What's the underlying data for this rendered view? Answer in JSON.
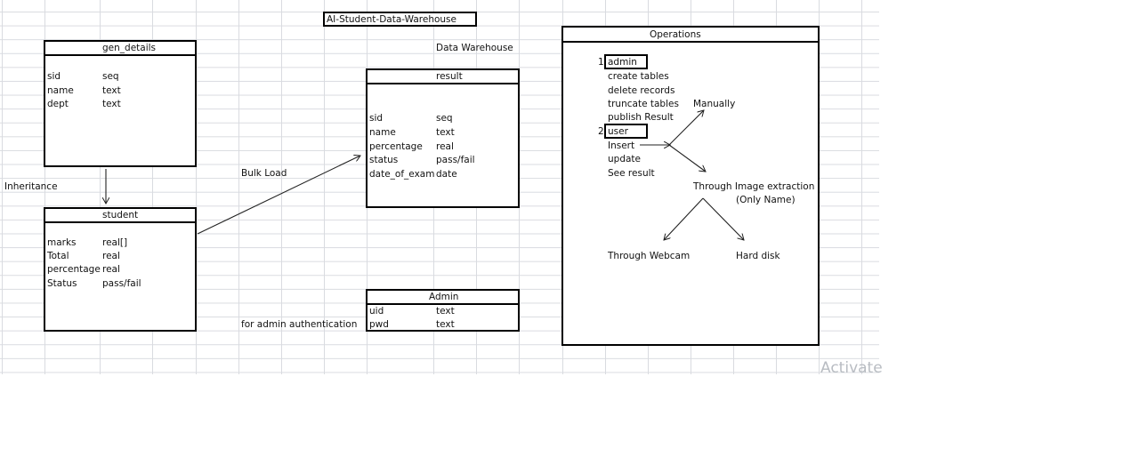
{
  "title": "AI-Student-Data-Warehouse",
  "labels": {
    "data_warehouse": "Data Warehouse",
    "inheritance": "Inheritance",
    "bulk_load": "Bulk Load",
    "admin_auth": "for admin authentication"
  },
  "tables": {
    "gen_details": {
      "name": "gen_details",
      "fields": [
        {
          "field": "sid",
          "type": "seq"
        },
        {
          "field": "name",
          "type": "text"
        },
        {
          "field": "dept",
          "type": "text"
        }
      ]
    },
    "student": {
      "name": "student",
      "fields": [
        {
          "field": "marks",
          "type": "real[]"
        },
        {
          "field": "Total",
          "type": "real"
        },
        {
          "field": "percentage",
          "type": "real"
        },
        {
          "field": "Status",
          "type": "pass/fail"
        }
      ]
    },
    "result": {
      "name": "result",
      "fields": [
        {
          "field": "sid",
          "type": "seq"
        },
        {
          "field": "name",
          "type": "text"
        },
        {
          "field": "percentage",
          "type": "real"
        },
        {
          "field": "status",
          "type": "pass/fail"
        },
        {
          "field": "date_of_exam",
          "type": "date"
        }
      ]
    },
    "admin": {
      "name": "Admin",
      "fields": [
        {
          "field": "uid",
          "type": "text"
        },
        {
          "field": "pwd",
          "type": "text"
        }
      ]
    }
  },
  "operations": {
    "title": "Operations",
    "admin": {
      "number": "1",
      "label": "admin",
      "items": [
        "create tables",
        "delete records",
        "truncate tables",
        "publish Result"
      ]
    },
    "user": {
      "number": "2",
      "label": "user",
      "items": [
        "Insert",
        "update",
        "See result"
      ]
    },
    "insert_methods": {
      "manually": "Manually",
      "image_extraction": "Through Image extraction",
      "only_name": "(Only Name)",
      "webcam": "Through Webcam",
      "hard_disk": "Hard disk"
    }
  },
  "watermark": "Activate"
}
